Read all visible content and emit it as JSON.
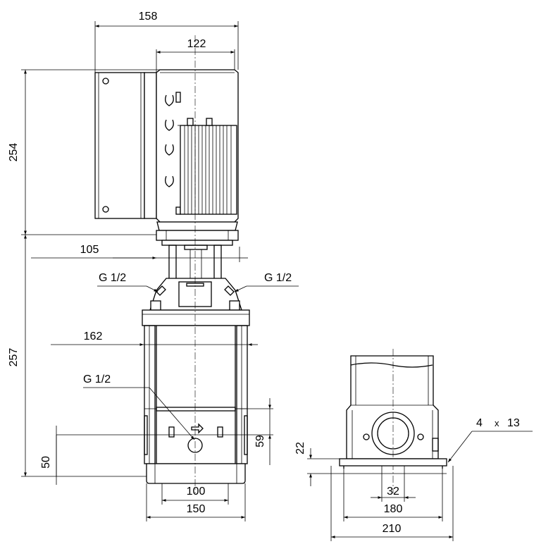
{
  "labels": {
    "w158": "158",
    "w122": "122",
    "h254": "254",
    "w105": "105",
    "port_left": "G 1/2",
    "port_right": "G 1/2",
    "w162": "162",
    "h257": "257",
    "port_drain": "G 1/2",
    "h59": "59",
    "h50": "50",
    "w100": "100",
    "w150": "150",
    "h22": "22",
    "hole_count": "4",
    "hole_x": "x",
    "hole_dia": "13",
    "w32": "32",
    "w180": "180",
    "w210": "210"
  }
}
